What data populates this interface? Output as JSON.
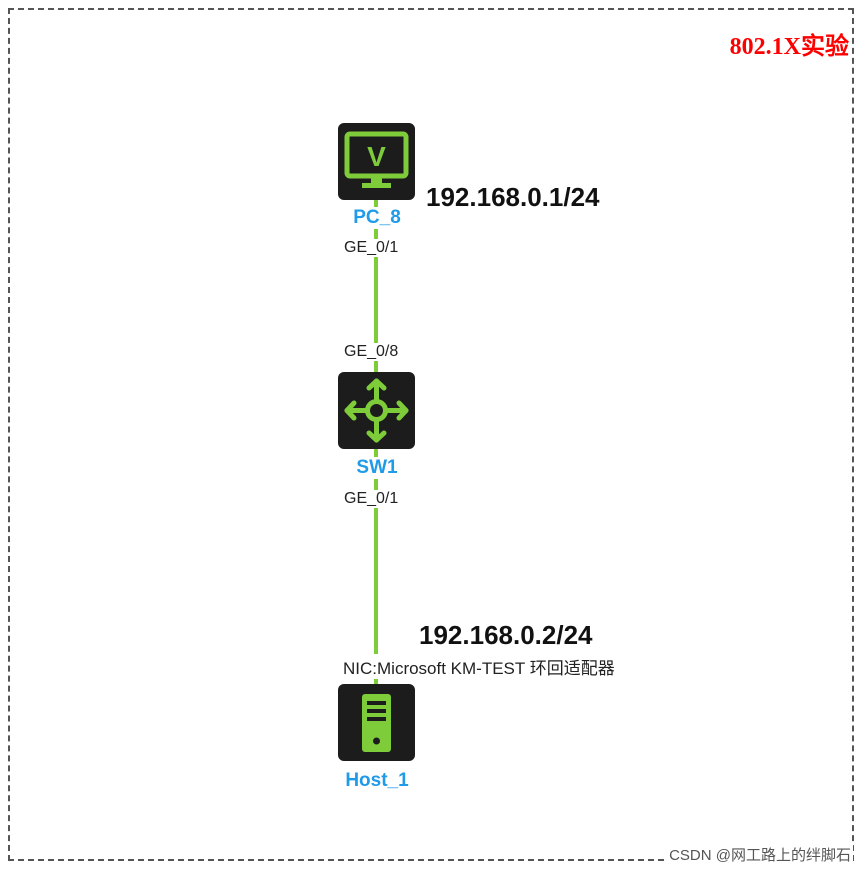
{
  "title": "802.1X实验",
  "devices": {
    "pc": {
      "label": "PC_8",
      "ip": "192.168.0.1/24",
      "port": "GE_0/1"
    },
    "switch": {
      "label": "SW1",
      "port_up": "GE_0/8",
      "port_down": "GE_0/1"
    },
    "host": {
      "label": "Host_1",
      "ip": "192.168.0.2/24",
      "nic": "NIC:Microsoft KM-TEST 环回适配器"
    }
  },
  "icons": {
    "pc": "monitor-icon",
    "switch": "switch-arrows-icon",
    "host": "server-tower-icon"
  },
  "colors": {
    "accent": "#7fcc3a",
    "label": "#1f9be8",
    "title": "#ff0000",
    "device_bg": "#1c1c1c"
  },
  "watermark": "CSDN @网工路上的绊脚石"
}
